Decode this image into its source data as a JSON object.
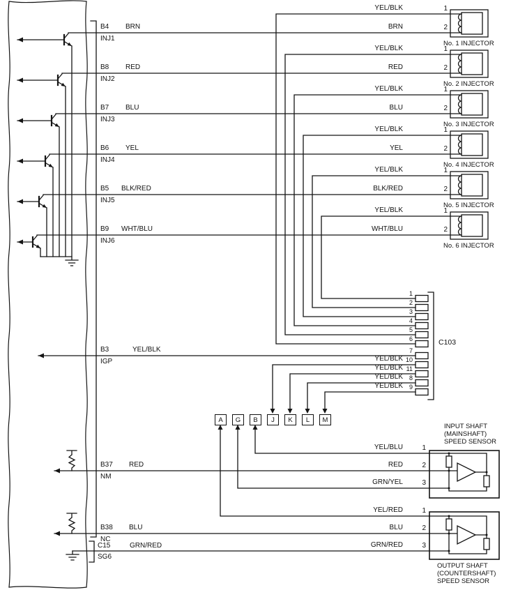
{
  "ecu": {
    "pins": [
      {
        "pin": "B4",
        "name": "INJ1",
        "wire": "BRN"
      },
      {
        "pin": "B8",
        "name": "INJ2",
        "wire": "RED"
      },
      {
        "pin": "B7",
        "name": "INJ3",
        "wire": "BLU"
      },
      {
        "pin": "B6",
        "name": "INJ4",
        "wire": "YEL"
      },
      {
        "pin": "B5",
        "name": "INJ5",
        "wire": "BLK/RED"
      },
      {
        "pin": "B9",
        "name": "INJ6",
        "wire": "WHT/BLU"
      },
      {
        "pin": "B3",
        "name": "IGP",
        "wire": "YEL/BLK"
      },
      {
        "pin": "B37",
        "name": "NM",
        "wire": "RED"
      },
      {
        "pin": "B38",
        "name": "NC",
        "wire": "BLU"
      },
      {
        "pin": "C15",
        "name": "SG6",
        "wire": "GRN/RED"
      }
    ]
  },
  "injectors": [
    {
      "label": "No. 1 INJECTOR",
      "pin1": "1",
      "pin2": "2",
      "pin1_wire": "YEL/BLK",
      "pin2_wire": "BRN"
    },
    {
      "label": "No. 2 INJECTOR",
      "pin1": "1",
      "pin2": "2",
      "pin1_wire": "YEL/BLK",
      "pin2_wire": "RED"
    },
    {
      "label": "No. 3 INJECTOR",
      "pin1": "1",
      "pin2": "2",
      "pin1_wire": "YEL/BLK",
      "pin2_wire": "BLU"
    },
    {
      "label": "No. 4 INJECTOR",
      "pin1": "1",
      "pin2": "2",
      "pin1_wire": "YEL/BLK",
      "pin2_wire": "YEL"
    },
    {
      "label": "No. 5 INJECTOR",
      "pin1": "1",
      "pin2": "2",
      "pin1_wire": "YEL/BLK",
      "pin2_wire": "BLK/RED"
    },
    {
      "label": "No. 6 INJECTOR",
      "pin1": "1",
      "pin2": "2",
      "pin1_wire": "YEL/BLK",
      "pin2_wire": "WHT/BLU"
    }
  ],
  "c103": {
    "label": "C103",
    "pin_numbers": [
      "1",
      "2",
      "3",
      "4",
      "5",
      "6",
      "7",
      "10",
      "11",
      "8",
      "9"
    ],
    "branch_labels": [
      "YEL/BLK",
      "YEL/BLK",
      "YEL/BLK",
      "YEL/BLK"
    ]
  },
  "connectors": {
    "letters": [
      "A",
      "G",
      "B",
      "J",
      "K",
      "L",
      "M"
    ]
  },
  "input_sensor": {
    "title1": "INPUT SHAFT",
    "title2": "(MAINSHAFT)",
    "title3": "SPEED SENSOR",
    "pins": [
      {
        "n": "1",
        "wire": "YEL/BLU"
      },
      {
        "n": "2",
        "wire": "RED"
      },
      {
        "n": "3",
        "wire": "GRN/YEL"
      }
    ]
  },
  "output_sensor": {
    "title1": "OUTPUT SHAFT",
    "title2": "(COUNTERSHAFT)",
    "title3": "SPEED SENSOR",
    "pins": [
      {
        "n": "1",
        "wire": "YEL/RED"
      },
      {
        "n": "2",
        "wire": "BLU"
      },
      {
        "n": "3",
        "wire": "GRN/RED"
      }
    ]
  },
  "colors": {
    "line": "#141414",
    "bg": "#ffffff"
  }
}
